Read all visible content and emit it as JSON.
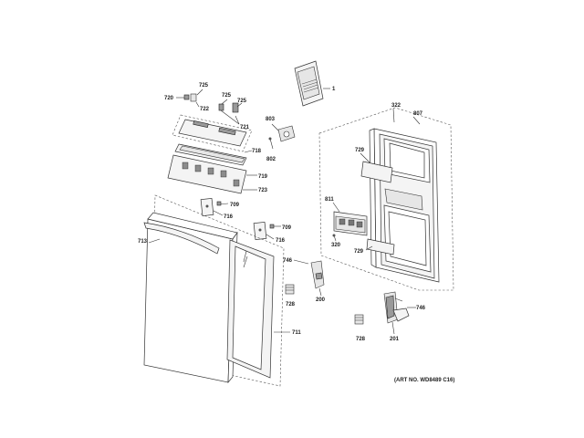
{
  "art_number": "(ART NO. WD8489 C16)",
  "labels": {
    "l1": "1",
    "l720": "720",
    "l725a": "725",
    "l722": "722",
    "l725b": "725",
    "l725c": "725",
    "l721": "721",
    "l803": "803",
    "l802": "802",
    "l718": "718",
    "l719": "719",
    "l723": "723",
    "l709a": "709",
    "l716a": "716",
    "l709b": "709",
    "l716b": "716",
    "l713": "713",
    "l746a": "746",
    "l200": "200",
    "l728a": "728",
    "l711": "711",
    "l322": "322",
    "l807": "807",
    "l729a": "729",
    "l811": "811",
    "l320": "320",
    "l729b": "729",
    "l746b": "746",
    "l728b": "728",
    "l201": "201"
  }
}
